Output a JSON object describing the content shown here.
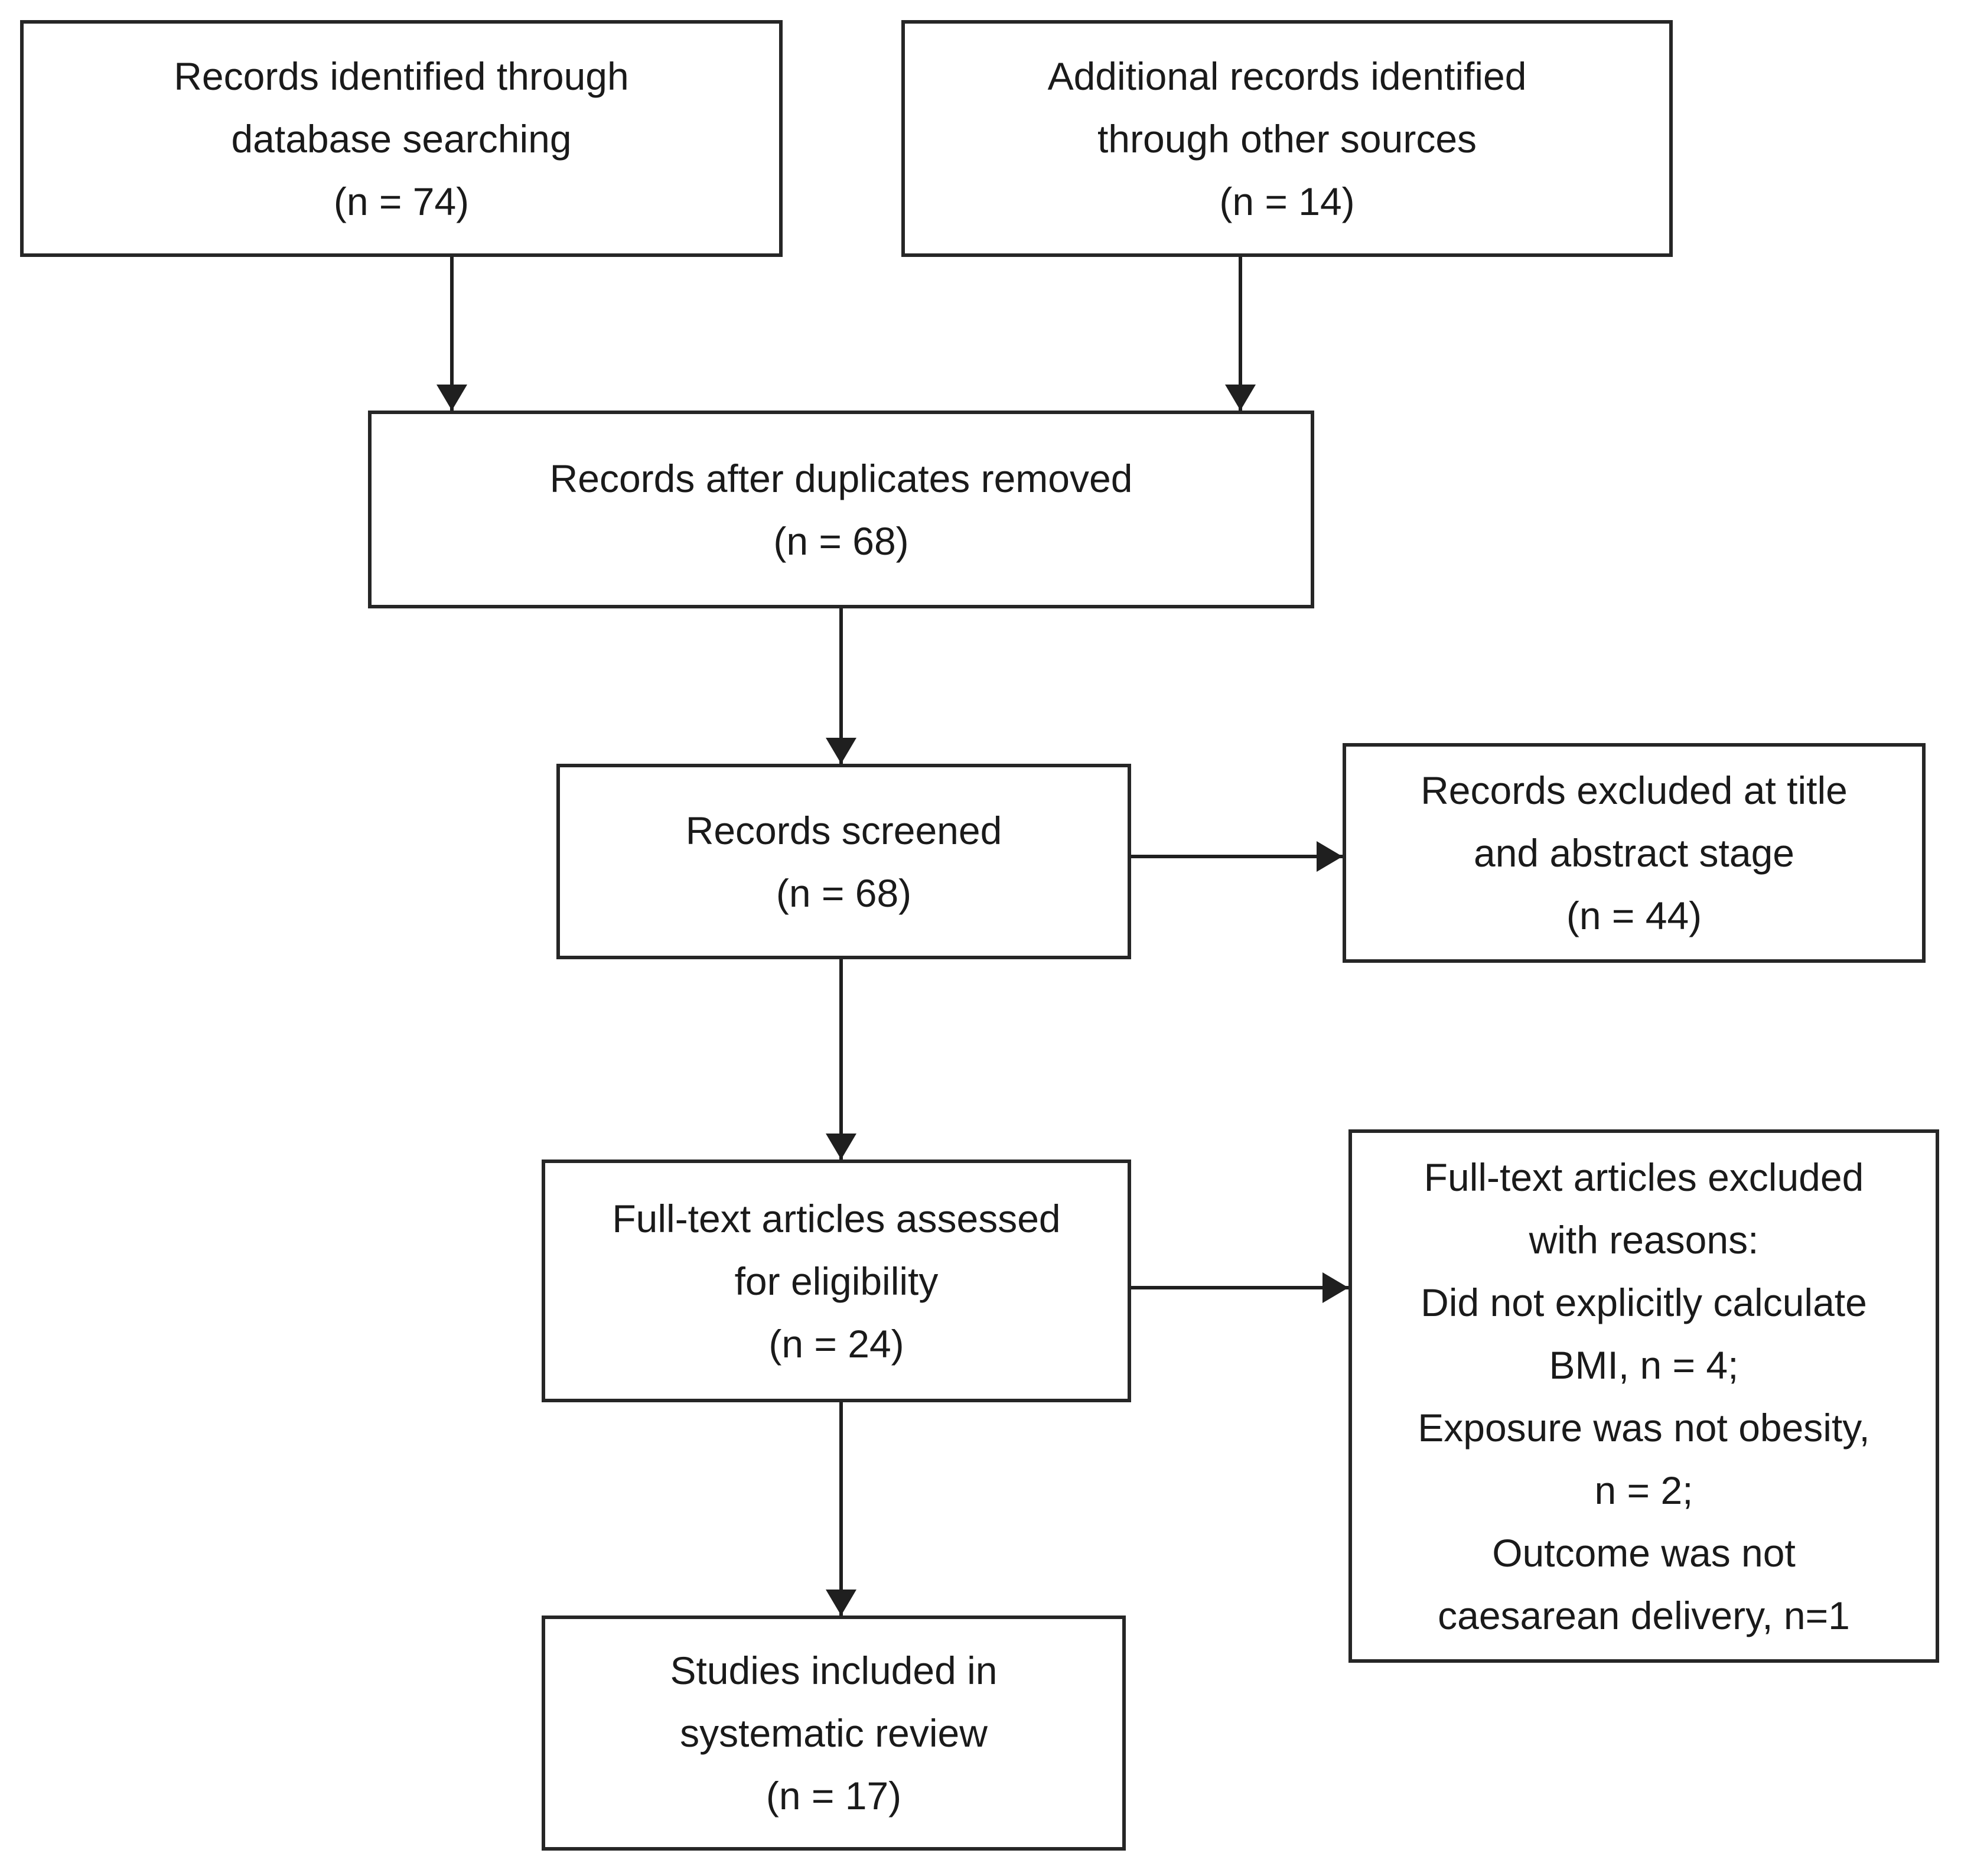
{
  "figure": {
    "type": "prisma-flow-diagram",
    "background_color": "#ffffff",
    "box_border_color": "#262626",
    "arrow_color": "#1f1f1f",
    "text_color": "#1a1a1a"
  },
  "boxes": [
    {
      "id": "identified-database",
      "lines": [
        "Records identified through",
        "database searching",
        "(n = 74)"
      ]
    },
    {
      "id": "identified-other",
      "lines": [
        "Additional records identified",
        "through other sources",
        "(n = 14)"
      ]
    },
    {
      "id": "after-duplicates",
      "lines": [
        "Records after duplicates removed",
        "(n = 68)"
      ]
    },
    {
      "id": "screened",
      "lines": [
        "Records screened",
        "(n = 68)"
      ]
    },
    {
      "id": "excluded-title-abstract",
      "lines": [
        "Records excluded at title",
        "and abstract stage",
        "(n = 44)"
      ]
    },
    {
      "id": "fulltext-assessed",
      "lines": [
        "Full-text articles assessed",
        "for eligibility",
        "(n = 24)"
      ]
    },
    {
      "id": "fulltext-excluded",
      "lines": [
        "Full-text articles excluded",
        "with reasons:",
        "Did not explicitly calculate",
        "BMI, n = 4;",
        "Exposure was not obesity,",
        "n = 2;",
        "Outcome was not",
        "caesarean delivery, n=1"
      ]
    },
    {
      "id": "studies-included",
      "lines": [
        "Studies included in",
        "systematic review",
        "(n = 17)"
      ]
    }
  ]
}
